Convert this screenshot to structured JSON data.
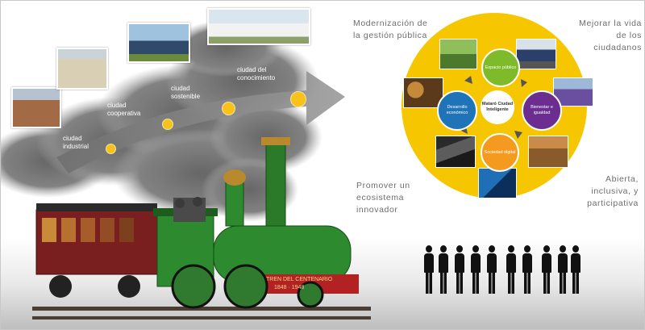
{
  "stages": [
    {
      "label": "ciudad industrial"
    },
    {
      "label": "ciudad cooperativa"
    },
    {
      "label": "ciudad sostenible"
    },
    {
      "label": "ciudad del conocimiento"
    }
  ],
  "corners": {
    "top_left": "Modernización de la gestión pública",
    "top_right": "Mejorar la vida de los ciudadanos",
    "bottom_left": "Promover un ecosistema innovador",
    "bottom_right": "Abierta, inclusiva, y participativa"
  },
  "diagram": {
    "center": "Mataró Ciudad Inteligente",
    "nodes": {
      "top": "Espacio público",
      "left": "Desarrollo económico",
      "right": "Bienestar e igualdad",
      "bottom": "Sociedad digital"
    }
  },
  "locomotive": {
    "plate_line1": "TREN DEL CENTENARIO",
    "plate_line2": "1848  ·  1948"
  },
  "colors": {
    "big_circle": "#f6c600",
    "stage_dot": "#f8c21b",
    "node_top": "#7fba2a",
    "node_left": "#1f73b7",
    "node_right": "#6b2d8f",
    "node_bottom": "#f39a1f",
    "center": "#ffffff",
    "locomotive": "#2e8a2e",
    "wagon": "#7a1f1f",
    "smoke_arrow": "#8a8a8a"
  },
  "icons": [
    "smoke-arrow",
    "silhouette-people",
    "locomotive"
  ]
}
